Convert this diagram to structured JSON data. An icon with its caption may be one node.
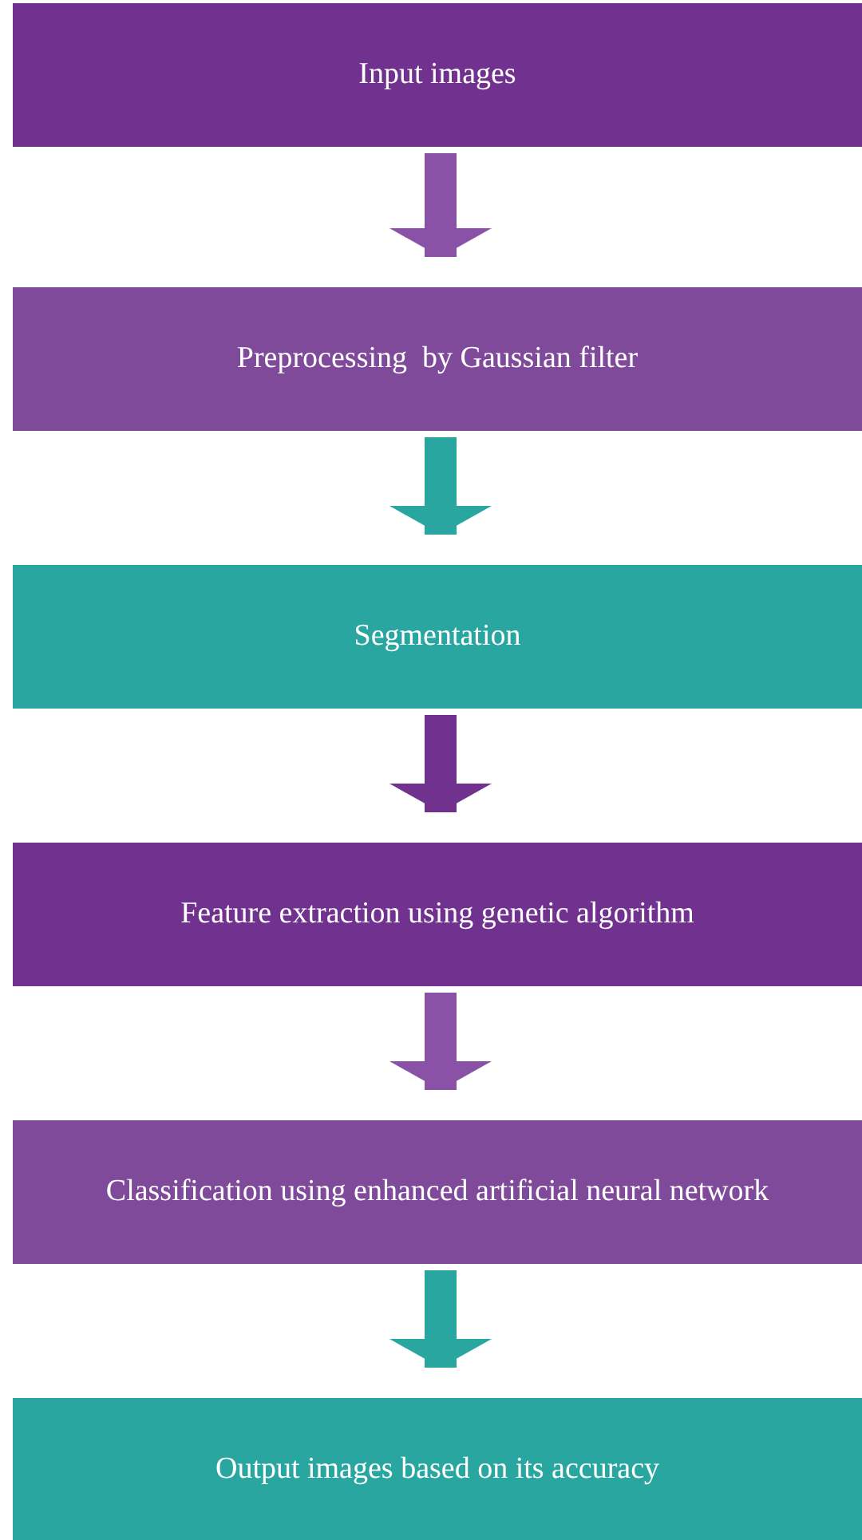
{
  "diagram": {
    "nodes": [
      {
        "text": [
          "Input images"
        ]
      },
      {
        "text": [
          "Preprocessing  by Gaussian filter"
        ]
      },
      {
        "text": [
          "Segmentation"
        ]
      },
      {
        "text": [
          "Feature extraction using genetic algorithm"
        ]
      },
      {
        "text": [
          "Classification using enhanced artificial neural network"
        ]
      },
      {
        "text": [
          "Output images based on its accuracy"
        ]
      }
    ],
    "edges": [
      {
        "from": 0,
        "to": 1,
        "arrow": "to",
        "color": "#8a52a6"
      },
      {
        "from": 1,
        "to": 2,
        "arrow": "to",
        "color": "#2aa6a0"
      },
      {
        "from": 2,
        "to": 3,
        "arrow": "to",
        "color": "#70318f"
      },
      {
        "from": 3,
        "to": 4,
        "arrow": "to",
        "color": "#8a52a6"
      },
      {
        "from": 4,
        "to": 5,
        "arrow": "to",
        "color": "#2aa6a0"
      }
    ]
  }
}
